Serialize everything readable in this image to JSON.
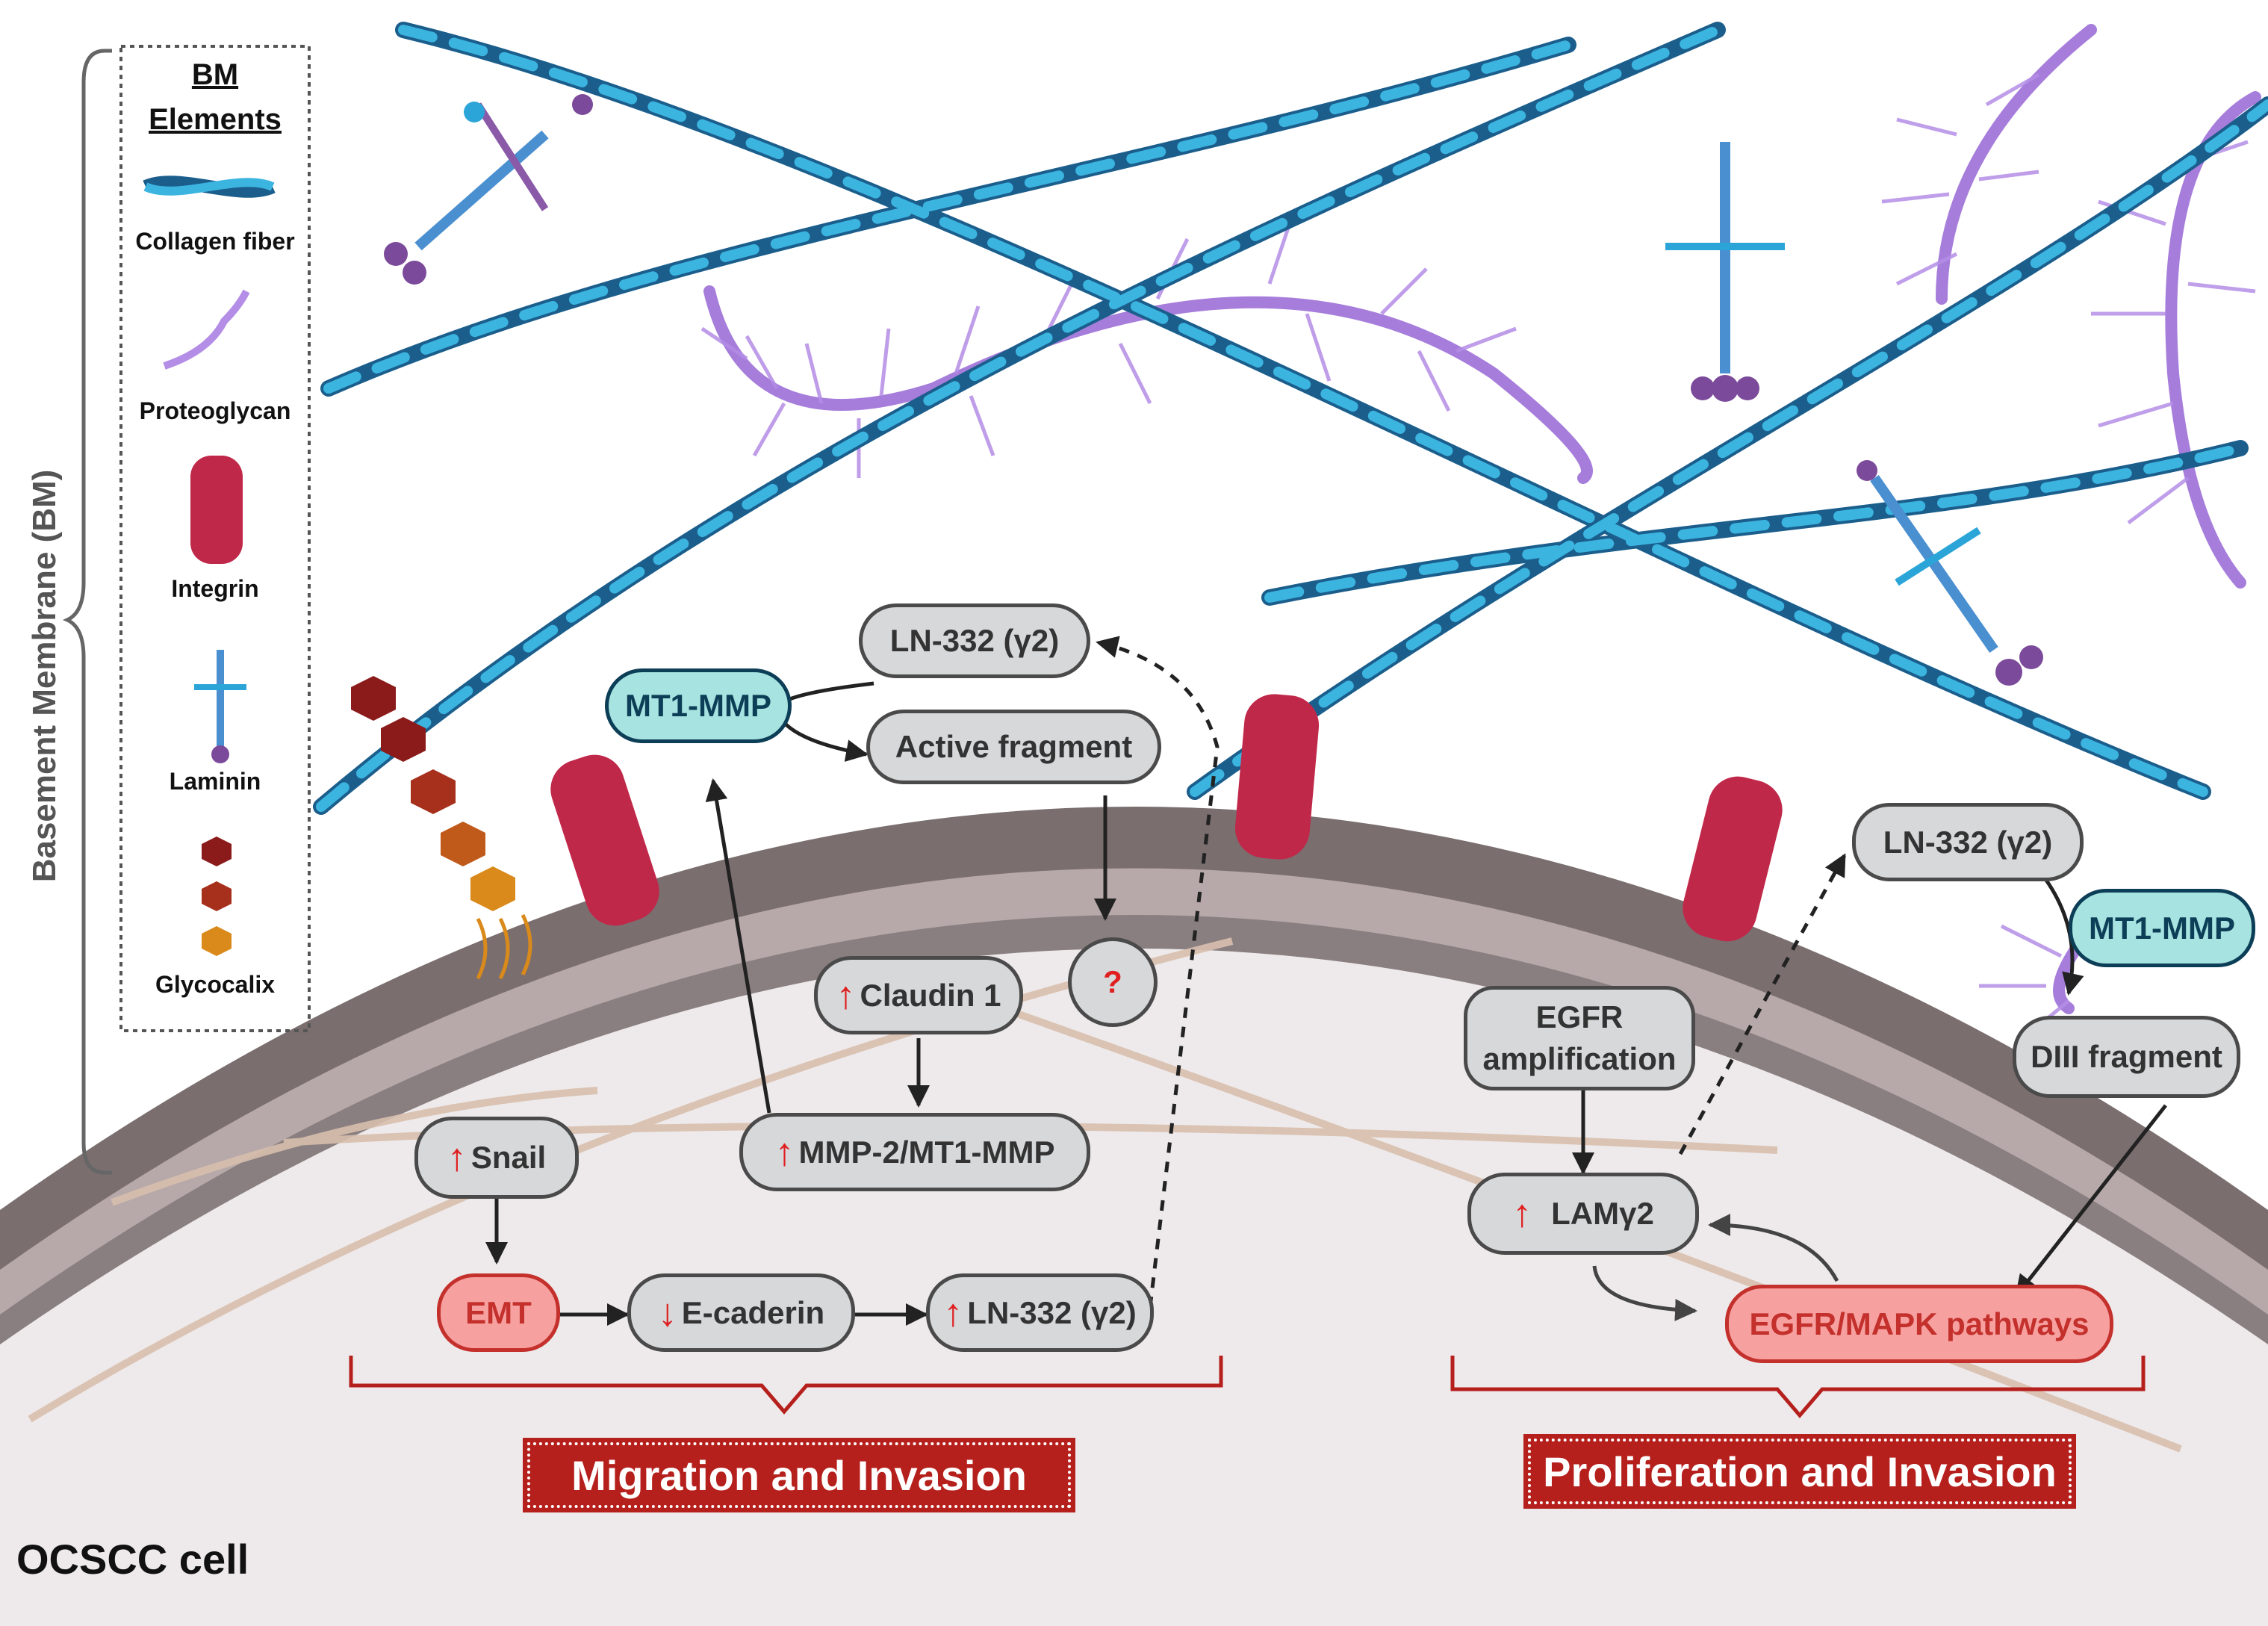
{
  "side_label": "Basement Membrane (BM)",
  "legend": {
    "title_line1": "BM",
    "title_line2": "Elements",
    "items": [
      {
        "label": "Collagen fiber",
        "icon": "collagen-fiber-icon"
      },
      {
        "label": "Proteoglycan",
        "icon": "proteoglycan-icon"
      },
      {
        "label": "Integrin",
        "icon": "integrin-icon"
      },
      {
        "label": "Laminin",
        "icon": "laminin-icon"
      },
      {
        "label": "Glycocalix",
        "icon": "glycocalix-icon"
      }
    ]
  },
  "nodes": {
    "ln332_top": "LN-332 (γ2)",
    "mt1mmp_left": "MT1-MMP",
    "active_fragment": "Active fragment",
    "question": "?",
    "claudin": "Claudin 1",
    "mmp2": "MMP-2/MT1-MMP",
    "snail": "Snail",
    "emt": "EMT",
    "ecaderin": "E-caderin",
    "ln332_bottom": "LN-332 (γ2)",
    "egfr_amp_line1": "EGFR",
    "egfr_amp_line2": "amplification",
    "lamy2": "LAMγ2",
    "egfr_mapk": "EGFR/MAPK pathways",
    "ln332_right": "LN-332 (γ2)",
    "mt1mmp_right": "MT1-MMP",
    "diii_fragment": "DIII fragment"
  },
  "outcomes": {
    "left": "Migration and Invasion",
    "right": "Proliferation and Invasion"
  },
  "cell_label": "OCSCC cell",
  "colors": {
    "collagen_dark": "#1b5e8c",
    "collagen_light": "#3bb4e0",
    "proteoglycan": "#a67ddb",
    "integrin": "#c0284a",
    "membrane": "#7a6e6f",
    "membrane_inner": "#b7a8a9",
    "cytoplasm": "#eeeaeb",
    "outcome_red": "#b5201d",
    "arrow_up_red": "#e02020",
    "mmp_fill": "#a7e3e0",
    "mmp_border": "#0d3e57"
  }
}
